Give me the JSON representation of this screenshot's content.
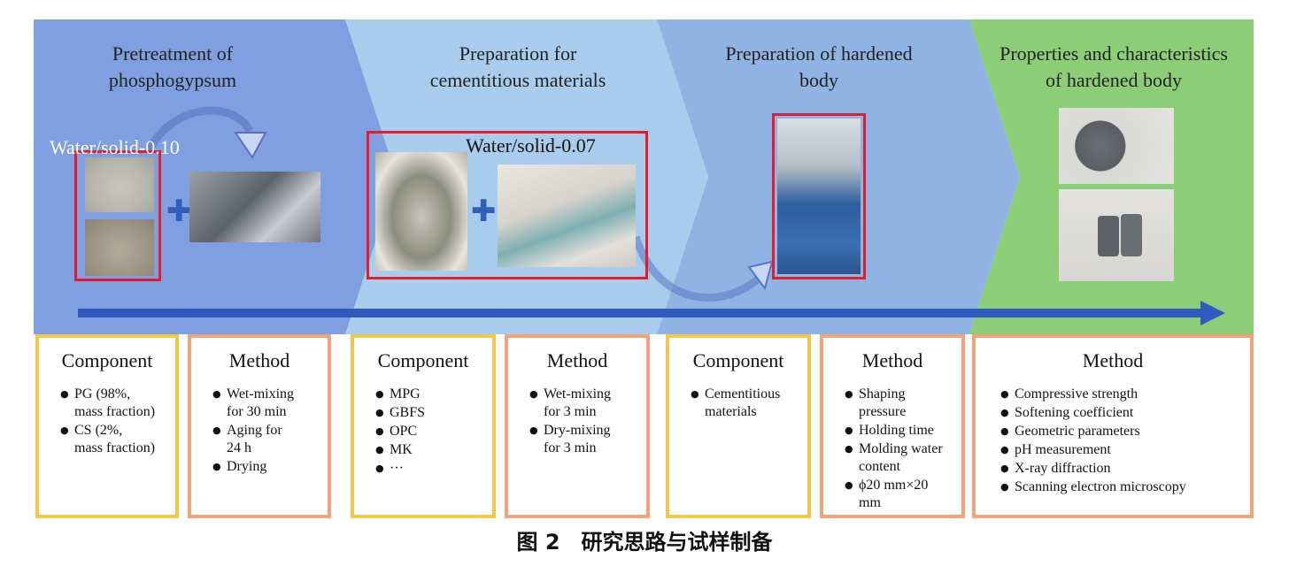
{
  "stages": [
    {
      "title": "Pretreatment of\nphosphogypsum",
      "ratio": "Water/solid-0.10"
    },
    {
      "title": "Preparation for\ncementitious materials",
      "ratio": "Water/solid-0.07"
    },
    {
      "title": "Preparation of hardened\nbody"
    },
    {
      "title": "Properties and characteristics\nof hardened body"
    }
  ],
  "cards": [
    {
      "title": "Component",
      "items": [
        "PG (98%,\nmass fraction)",
        "CS (2%,\nmass fraction)"
      ]
    },
    {
      "title": "Method",
      "items": [
        "Wet-mixing\nfor 30 min",
        "Aging for\n24 h",
        "Drying"
      ]
    },
    {
      "title": "Component",
      "items": [
        "MPG",
        "GBFS",
        "OPC",
        "MK",
        "···"
      ]
    },
    {
      "title": "Method",
      "items": [
        "Wet-mixing\nfor 3 min",
        "Dry-mixing\nfor 3 min"
      ]
    },
    {
      "title": "Component",
      "items": [
        "Cementitious\nmaterials"
      ]
    },
    {
      "title": "Method",
      "items": [
        "Shaping\npressure",
        "Holding time",
        "Molding water\ncontent",
        "ϕ20 mm×20 mm"
      ]
    },
    {
      "title": "Method",
      "items": [
        "Compressive strength",
        "Softening coefficient",
        "Geometric parameters",
        "pH measurement",
        "X-ray diffraction",
        "Scanning electron microscopy"
      ]
    }
  ],
  "plus_sign": "✚",
  "caption": "图 2　研究思路与试样制备",
  "colors": {
    "stage1": "#7f9fe0",
    "stage2": "#a9ccec",
    "stage3": "#8fb3e3",
    "stage4": "#8ccd78",
    "arrow": "#2f5bbf",
    "red": "#e31e2c",
    "component_border": "#f2c84a",
    "method_border": "#f0a47c"
  }
}
